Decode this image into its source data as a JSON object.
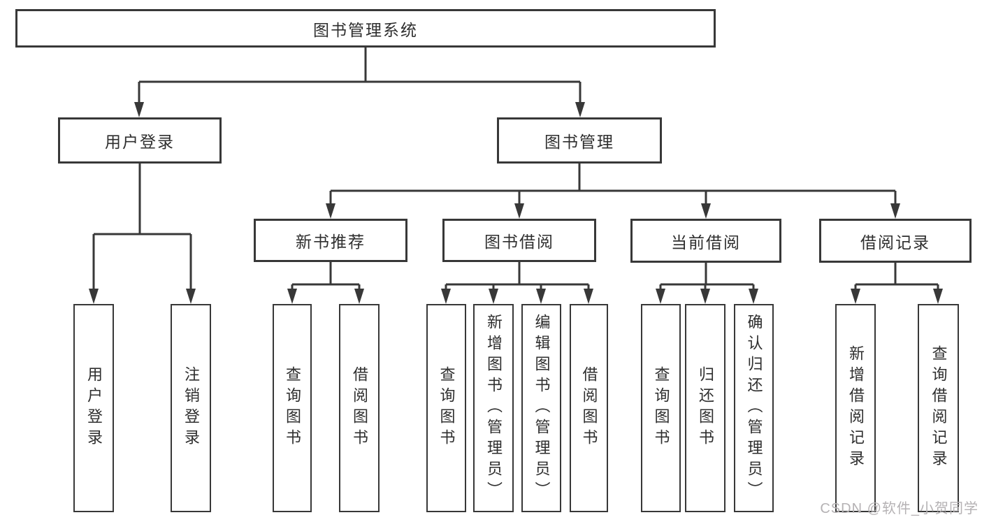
{
  "diagram_title": "图书管理系统",
  "tree": {
    "root": {
      "label": "图书管理系统"
    },
    "branches": [
      {
        "label": "用户登录",
        "children": [
          {
            "label": "用户登录"
          },
          {
            "label": "注销登录"
          }
        ]
      },
      {
        "label": "图书管理",
        "children": [
          {
            "label": "新书推荐",
            "children": [
              {
                "label": "查询图书"
              },
              {
                "label": "借阅图书"
              }
            ]
          },
          {
            "label": "图书借阅",
            "children": [
              {
                "label": "查询图书"
              },
              {
                "label": "新增图书（管理员）"
              },
              {
                "label": "编辑图书（管理员）"
              },
              {
                "label": "借阅图书"
              }
            ]
          },
          {
            "label": "当前借阅",
            "children": [
              {
                "label": "查询图书"
              },
              {
                "label": "归还图书"
              },
              {
                "label": "确认归还（管理员）"
              }
            ]
          },
          {
            "label": "借阅记录",
            "children": [
              {
                "label": "新增借阅记录"
              },
              {
                "label": "查询借阅记录"
              }
            ]
          }
        ]
      }
    ]
  },
  "watermark": "CSDN @软件_小贺同学",
  "colors": {
    "line": "#383838",
    "text": "#2e2e2e",
    "background": "#ffffff",
    "watermark": "#b5b2b4"
  }
}
